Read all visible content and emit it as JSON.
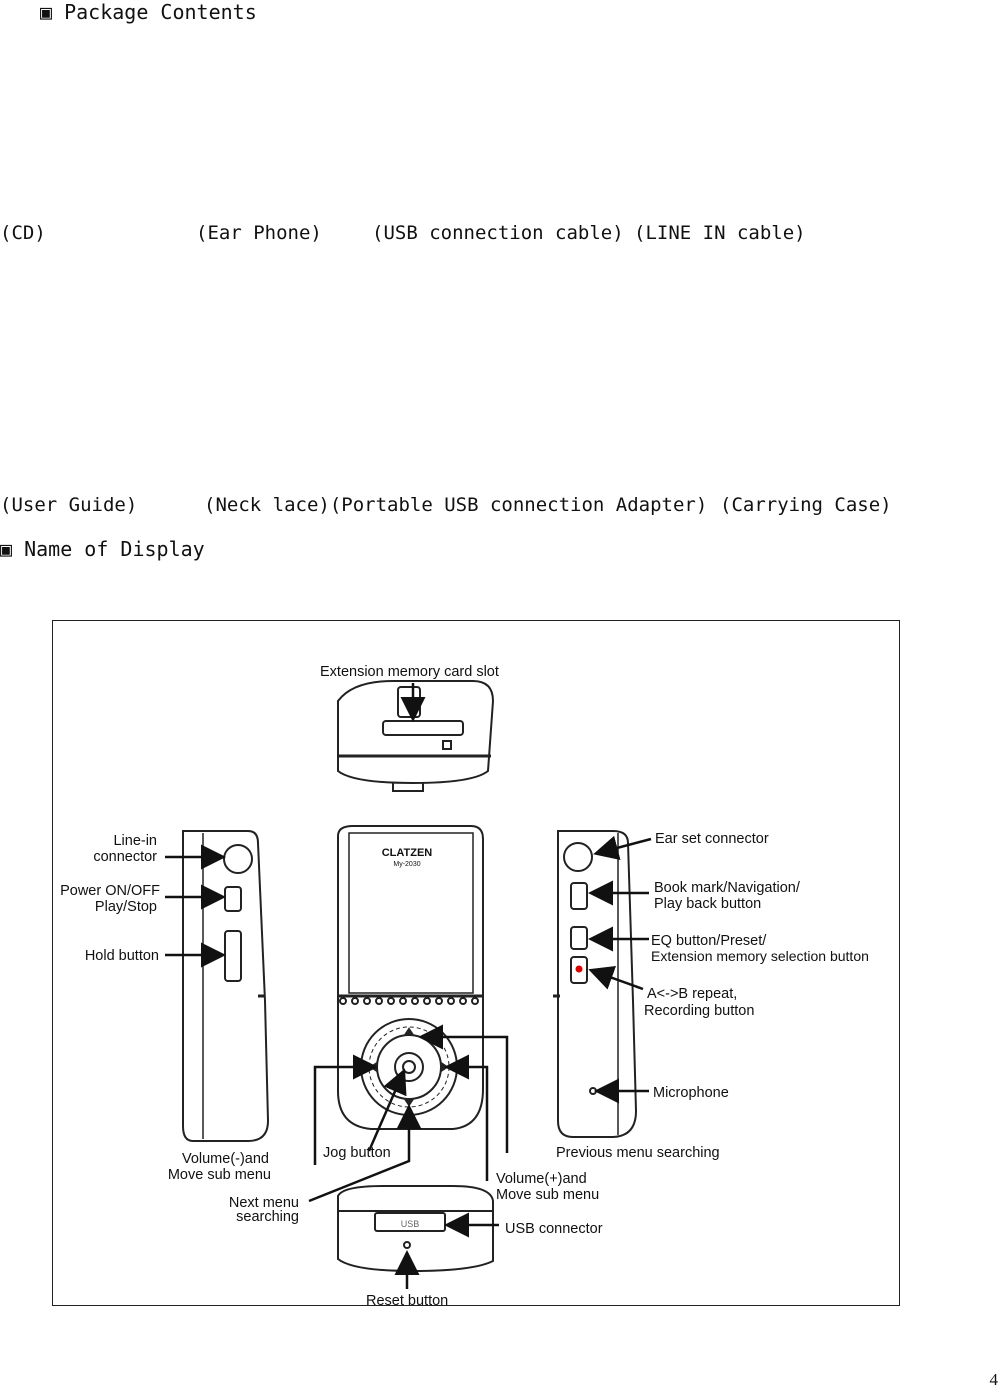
{
  "sections": {
    "package_contents": "▣ Package Contents",
    "name_of_display": "▣ Name of Display"
  },
  "captions_row1": [
    "(CD)",
    "(Ear Phone)",
    "(USB connection cable)",
    "(LINE IN cable)"
  ],
  "captions_row2": [
    "(User Guide)",
    "(Neck lace)(Portable USB connection Adapter)",
    "(Carrying Case)"
  ],
  "diagram": {
    "brand": "CLATZEN",
    "model": "My-2030",
    "labels": {
      "ext_slot": "Extension memory card slot",
      "line_in_1": "Line-in",
      "line_in_2": "connector",
      "power_1": "Power ON/OFF",
      "power_2": "Play/Stop",
      "hold": "Hold button",
      "ear_set": "Ear set connector",
      "bookmark_1": "Book mark/Navigation/",
      "bookmark_2": "Play back button",
      "eq_1": "EQ button/Preset/",
      "eq_2": "Extension memory selection button",
      "ab_1": "A<->B repeat,",
      "ab_2": "Recording button",
      "mic": "Microphone",
      "vol_minus_1": "Volume(-)and",
      "vol_minus_2": "Move sub menu",
      "jog": "Jog button",
      "prev": "Previous menu searching",
      "vol_plus_1": "Volume(+)and",
      "vol_plus_2": "Move sub menu",
      "next_1": "Next menu",
      "next_2": "searching",
      "usb_conn": "USB connector",
      "usb_port": "USB",
      "reset": "Reset button"
    }
  },
  "page_number": "4"
}
